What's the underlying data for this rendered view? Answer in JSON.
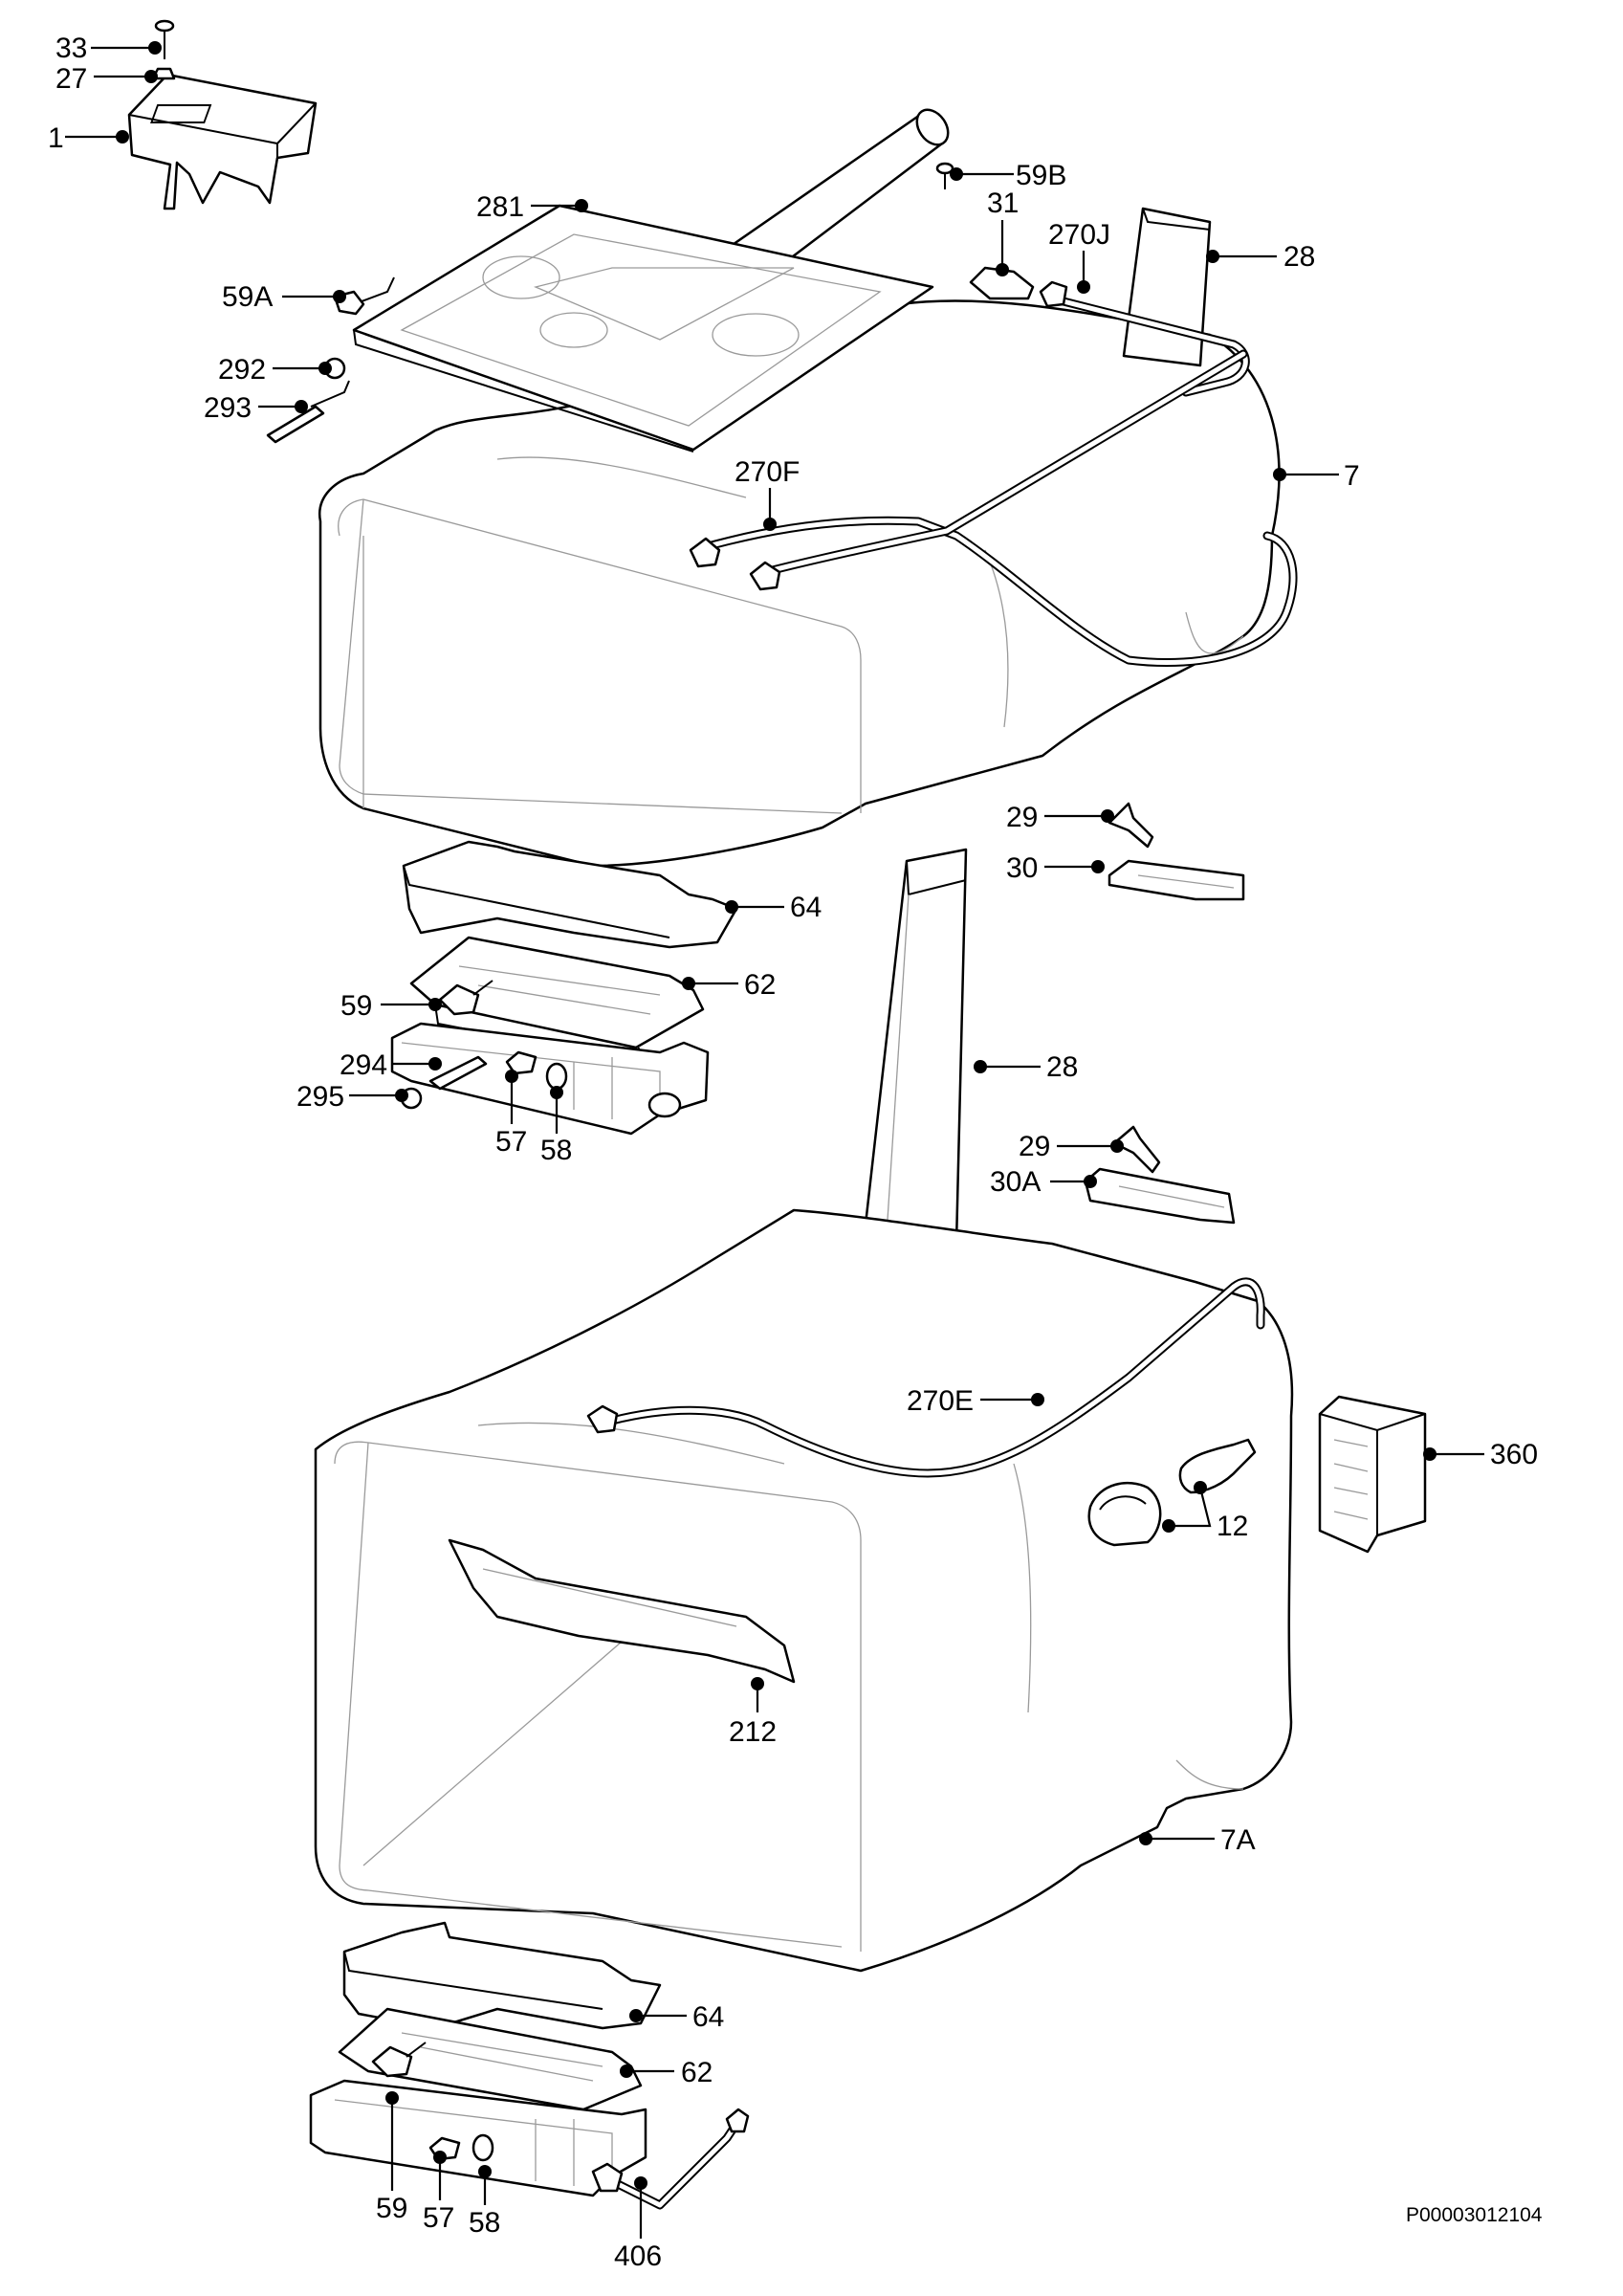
{
  "drawing_code": "P00003012104",
  "callouts": {
    "c33": "33",
    "c27": "27",
    "c1": "1",
    "c281": "281",
    "c59B": "59B",
    "c31": "31",
    "c270J": "270J",
    "c28top": "28",
    "c59A": "59A",
    "c292": "292",
    "c293": "293",
    "c270F": "270F",
    "c7": "7",
    "c29a": "29",
    "c30": "30",
    "c64a": "64",
    "c62a": "62",
    "c59a": "59",
    "c294": "294",
    "c295": "295",
    "c57a": "57",
    "c58a": "58",
    "c28mid": "28",
    "c29b": "29",
    "c30A": "30A",
    "c270E": "270E",
    "c360": "360",
    "c12": "12",
    "c212": "212",
    "c7A": "7A",
    "c64b": "64",
    "c62b": "62",
    "c59b": "59",
    "c57b": "57",
    "c58b": "58",
    "c406": "406"
  }
}
